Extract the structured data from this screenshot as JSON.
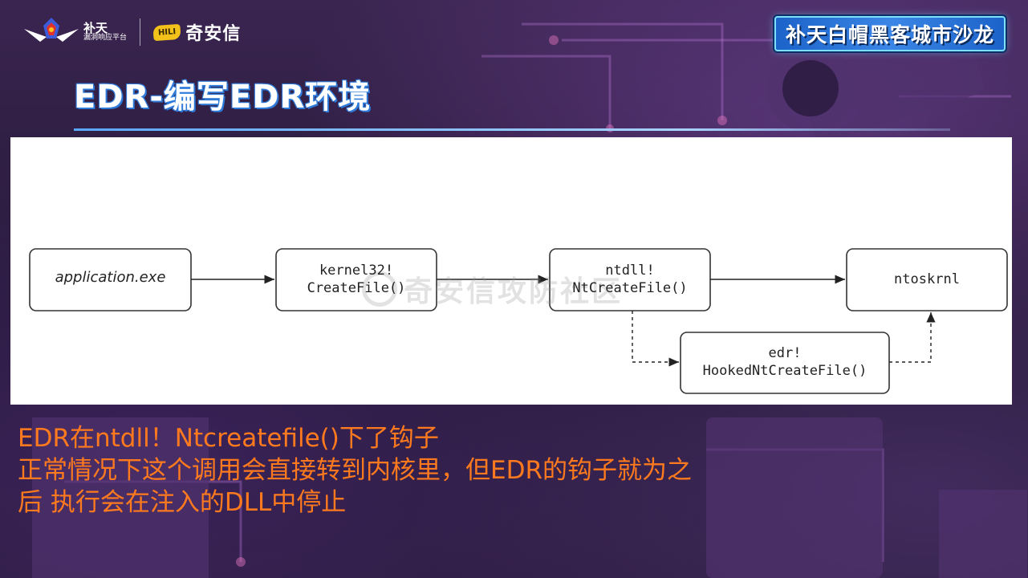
{
  "header": {
    "butian_name": "补天",
    "butian_sub": "漏洞响应平台",
    "qax_badge": "HILI",
    "qax_name": "奇安信",
    "event_banner": "补天白帽黑客城市沙龙"
  },
  "slide": {
    "title": "EDR-编写EDR环境"
  },
  "diagram": {
    "nodes": {
      "application": "application.exe",
      "kernel32_line1": "kernel32!",
      "kernel32_line2": "CreateFile()",
      "ntdll_line1": "ntdll!",
      "ntdll_line2": "NtCreateFile()",
      "ntoskrnl": "ntoskrnl",
      "edr_line1": "edr!",
      "edr_line2": "HookedNtCreateFile()"
    },
    "watermark": "奇安信攻防社区"
  },
  "body": {
    "lines": [
      "EDR在ntdll！Ntcreatefile()下了钩子",
      "正常情况下这个调用会直接转到内核里，但EDR的钩子就为之",
      "后 执行会在注入的DLL中停止"
    ]
  },
  "colors": {
    "accent_text": "#ff7a1e",
    "title_outline": "#2f7bd9"
  }
}
